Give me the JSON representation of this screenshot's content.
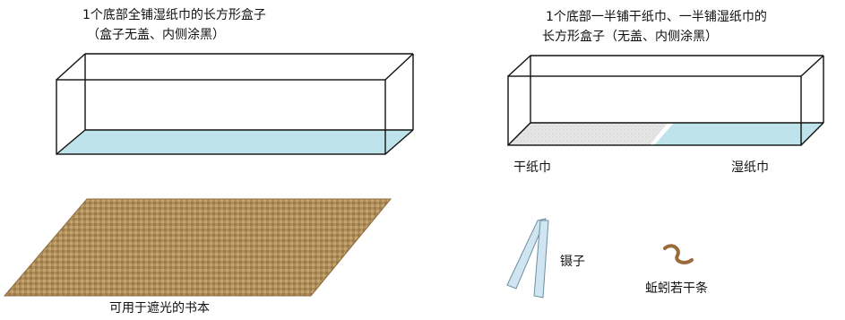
{
  "left_box": {
    "caption_line1": "1个底部全铺湿纸巾的长方形盒子",
    "caption_line2": "（盒子无盖、内侧涂黑）"
  },
  "right_box": {
    "caption_line1": "1个底部一半铺干纸巾、一半铺湿纸巾的",
    "caption_line2": "长方形盒子（无盖、内侧涂黑）",
    "dry_label": "干纸巾",
    "wet_label": "湿纸巾"
  },
  "book": {
    "label": "可用于遮光的书本"
  },
  "tweezers": {
    "label": "镊子"
  },
  "worms": {
    "label": "蚯蚓若干条"
  },
  "colors": {
    "wet_tissue": "#bfe3ea",
    "dry_tissue": "#e6e6e6",
    "book": "#b08e5c",
    "tweezers": "#cfe6f2",
    "worm": "#9a6a3a"
  }
}
